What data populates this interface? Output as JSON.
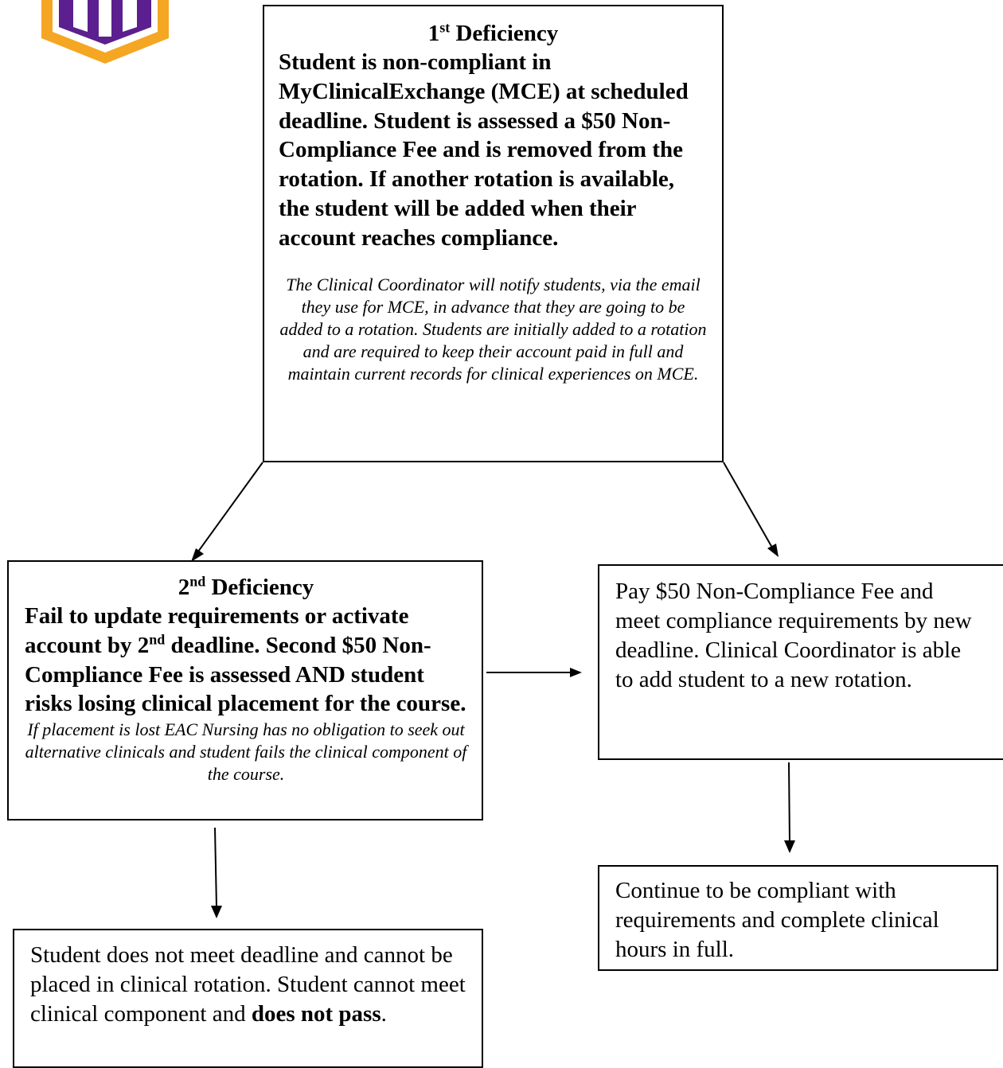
{
  "logo": {
    "icon": "school-shield-logo",
    "colors": {
      "outer": "#f5a623",
      "inner": "#5b1f8f"
    }
  },
  "box1": {
    "heading_num": "1",
    "heading_sup": "st",
    "heading_word": " Deficiency",
    "body": "Student is non-compliant in MyClinicalExchange (MCE) at scheduled deadline. Student is assessed a $50 Non-Compliance Fee and is removed from the rotation. If another rotation is available, the student will be added when their account reaches compliance.",
    "note": "The Clinical Coordinator will notify students, via the email they use for MCE, in advance that they are going to be added to a rotation. Students are initially added to a rotation and are required to keep their account paid in full and maintain current records for clinical experiences on MCE."
  },
  "box2": {
    "heading_num": "2",
    "heading_sup": "nd",
    "heading_word": " Deficiency",
    "body_part1": "Fail to update requirements or activate account by 2",
    "body_sup": "nd",
    "body_part2": " deadline. Second $50 Non-Compliance Fee is assessed AND student risks losing clinical placement for the course.",
    "note": "If placement is lost EAC Nursing has no obligation to seek out alternative clinicals and student fails the clinical component of the course."
  },
  "box3": {
    "text": "Pay $50 Non-Compliance Fee and meet compliance requirements by new deadline. Clinical Coordinator is able to add student to a new rotation."
  },
  "box4": {
    "text": "Continue to be compliant with requirements and complete clinical hours in full."
  },
  "box5": {
    "text_before": "Student does not meet deadline and cannot be placed in clinical rotation. Student cannot meet clinical component and ",
    "text_bold": "does not pass",
    "text_after": "."
  }
}
